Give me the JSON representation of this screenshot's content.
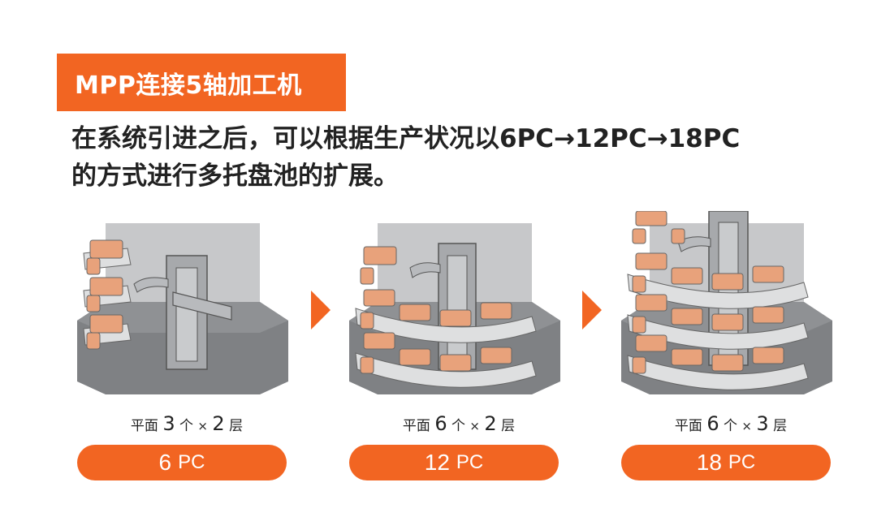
{
  "title": "MPP连接5轴加工机",
  "description": {
    "line1": "在系统引进之后，可以根据生产状况以6PC→12PC→18PC",
    "line2": "的方式进行多托盘池的扩展。"
  },
  "stages": [
    {
      "caption": {
        "prefix": "平面",
        "a": "3",
        "a_unit": "个",
        "times": "×",
        "b": "2",
        "b_unit": "层"
      },
      "count": "6",
      "unit": "PC"
    },
    {
      "caption": {
        "prefix": "平面",
        "a": "6",
        "a_unit": "个",
        "times": "×",
        "b": "2",
        "b_unit": "层"
      },
      "count": "12",
      "unit": "PC"
    },
    {
      "caption": {
        "prefix": "平面",
        "a": "6",
        "a_unit": "个",
        "times": "×",
        "b": "3",
        "b_unit": "层"
      },
      "count": "18",
      "unit": "PC"
    }
  ],
  "colors": {
    "accent": "#f26522",
    "pallet": "#e8a27b",
    "machine": "#a7a9ac",
    "floor": "#7f8184",
    "wall": "#c7c8ca"
  }
}
